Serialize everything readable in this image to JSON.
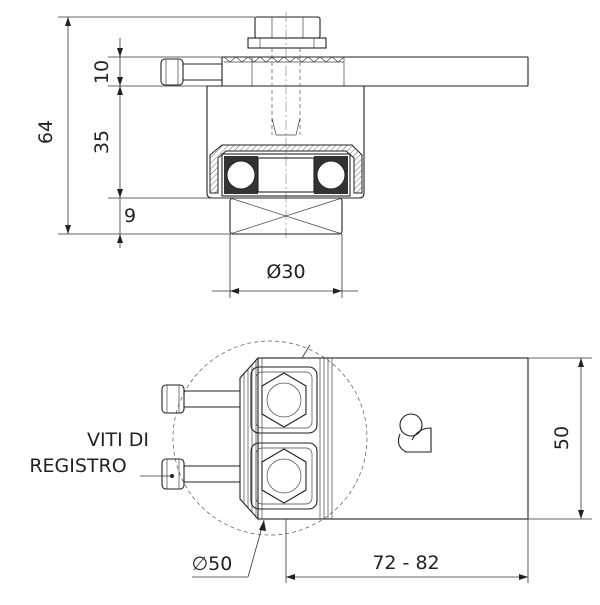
{
  "top_view": {
    "dimensions": {
      "total_height": "64",
      "nut_height": "10",
      "body_height": "35",
      "base_height": "9",
      "base_diameter": "Ø30"
    }
  },
  "bottom_view": {
    "label_line1": "VITI DI",
    "label_line2": "REGISTRO",
    "width": "50",
    "diameter": "∅50",
    "length_range": "72 - 82"
  },
  "icons": {
    "logo": "cd-logo-icon"
  }
}
